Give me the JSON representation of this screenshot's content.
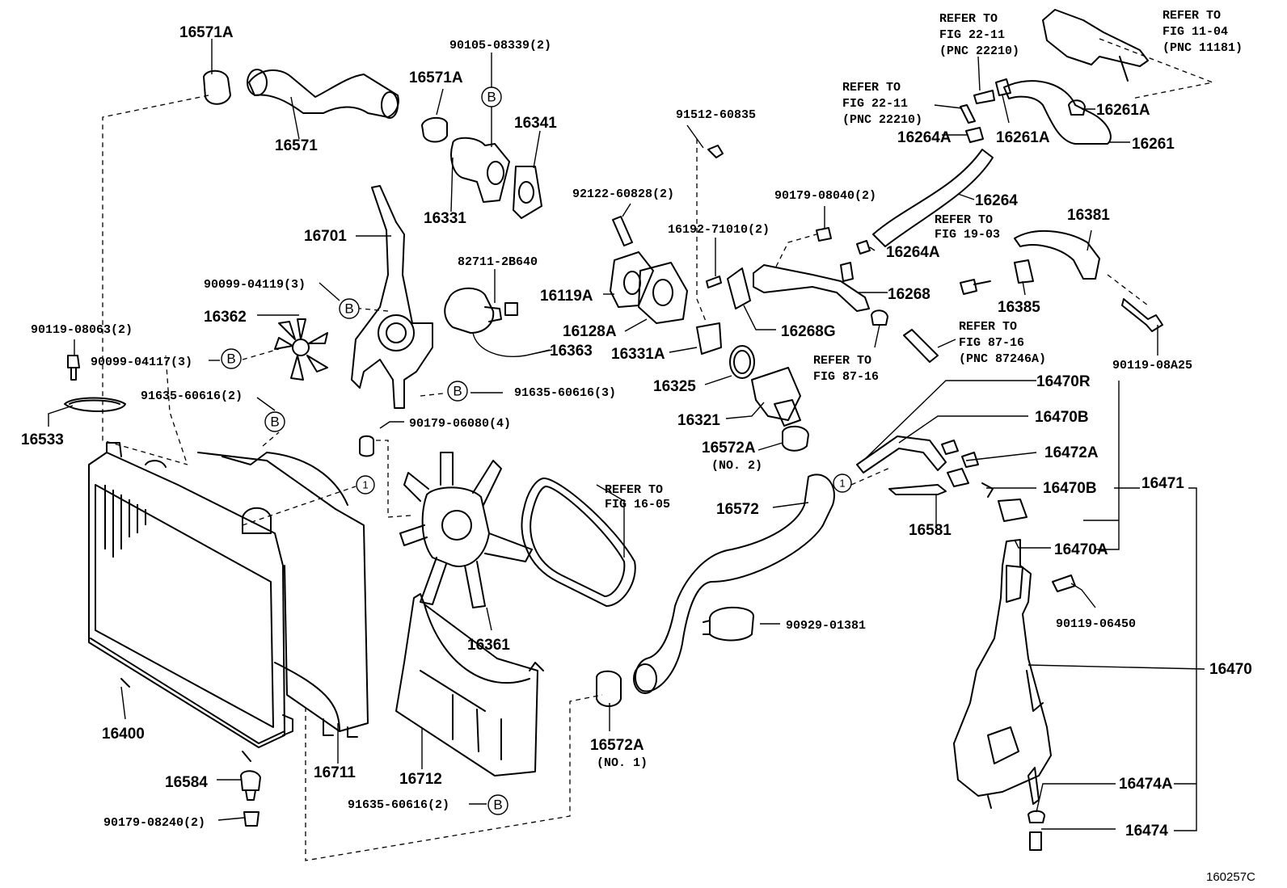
{
  "figure_code": "160257C",
  "markers": {
    "b": "B",
    "one": "1"
  },
  "parts": {
    "p16571A_top": "16571A",
    "p16571": "16571",
    "p16571A_mid": "16571A",
    "p90105": "90105-08339(2)",
    "p16341": "16341",
    "p16331": "16331",
    "p16701": "16701",
    "p90099_04119": "90099-04119(3)",
    "p16362": "16362",
    "p90119_08063": "90119-08063(2)",
    "p90099_04117": "90099-04117(3)",
    "p91635_left": "91635-60616(2)",
    "p16533": "16533",
    "p82711": "82711-2B640",
    "p16363": "16363",
    "p91635_mid": "91635-60616(3)",
    "p90179_06080": "90179-06080(4)",
    "p16400": "16400",
    "p16711": "16711",
    "p16712": "16712",
    "p16361": "16361",
    "p16584": "16584",
    "p90179_08240": "90179-08240(2)",
    "p91635_bottom": "91635-60616(2)",
    "p16572A_no1": "16572A",
    "p91512": "91512-60835",
    "p92122": "92122-60828(2)",
    "p16192": "16192-71010(2)",
    "p16119A": "16119A",
    "p16128A": "16128A",
    "p16331A": "16331A",
    "p16325": "16325",
    "p16321": "16321",
    "p16572A_no2": "16572A",
    "p16572": "16572",
    "p90929": "90929-01381",
    "p90179_08040": "90179-08040(2)",
    "p16264": "16264",
    "p16264A_top": "16264A",
    "p16264A_mid": "16264A",
    "p16268": "16268",
    "p16268G": "16268G",
    "p16261A_r": "16261A",
    "p16261A_l": "16261A",
    "p16261": "16261",
    "p16381": "16381",
    "p16385": "16385",
    "p90119_08A25": "90119-08A25",
    "p16470R": "16470R",
    "p16470B_top": "16470B",
    "p16472A": "16472A",
    "p16470B_mid": "16470B",
    "p16471": "16471",
    "p16581": "16581",
    "p16470A": "16470A",
    "p90119_06450": "90119-06450",
    "p16470": "16470",
    "p16474A": "16474A",
    "p16474": "16474"
  },
  "notes": {
    "no1": "(NO. 1)",
    "no2": "(NO. 2)"
  },
  "refs": {
    "fig22_top": [
      "REFER TO",
      "FIG 22-11",
      "(PNC 22210)"
    ],
    "fig11": [
      "REFER TO",
      "FIG 11-04",
      "(PNC 11181)"
    ],
    "fig22_mid": [
      "REFER TO",
      "FIG 22-11",
      "(PNC 22210)"
    ],
    "fig19": [
      "REFER TO",
      "FIG 19-03"
    ],
    "fig87_a": [
      "REFER TO",
      "FIG 87-16",
      "(PNC 87246A)"
    ],
    "fig87_b": [
      "REFER TO",
      "FIG 87-16"
    ],
    "fig16": [
      "REFER TO",
      "FIG 16-05"
    ]
  }
}
